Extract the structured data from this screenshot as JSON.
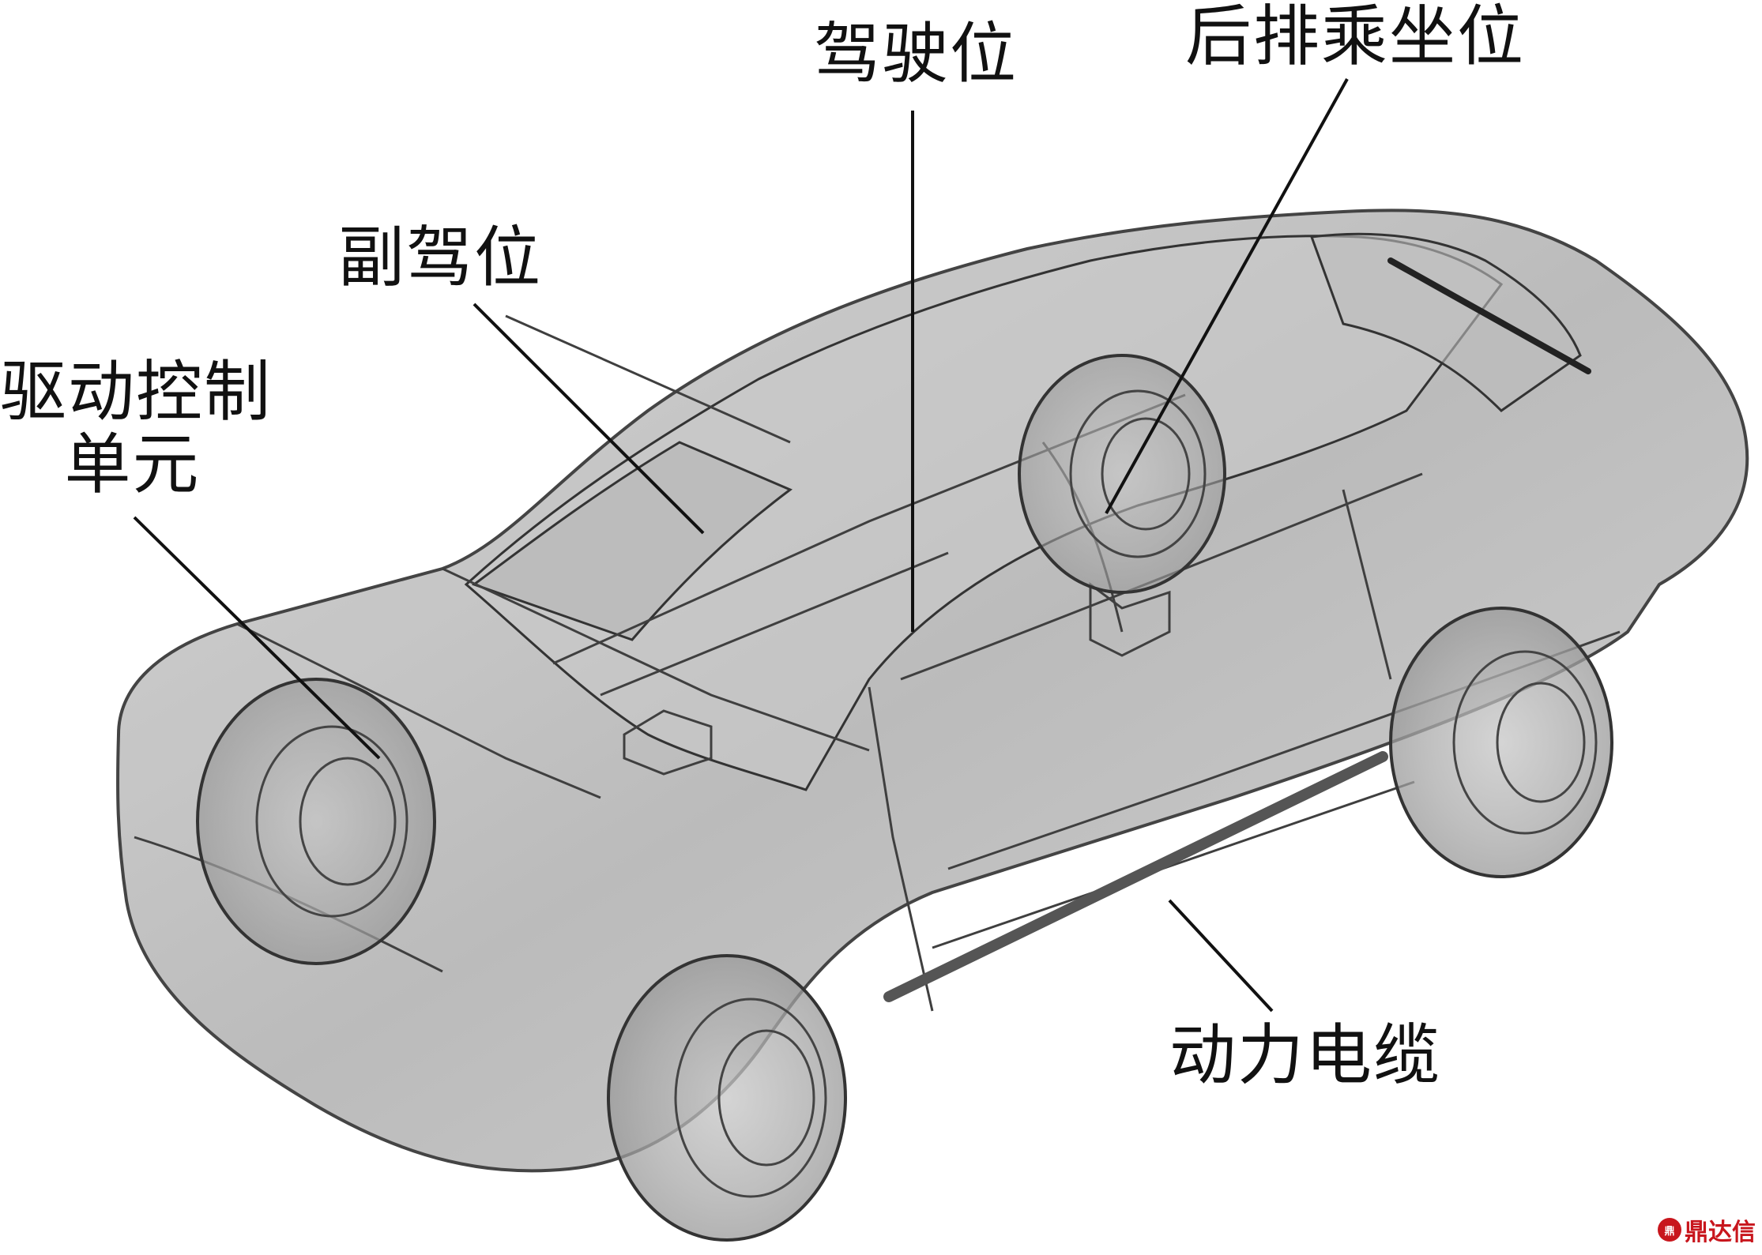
{
  "labels": {
    "drive_control": [
      "驱动控制",
      "单元"
    ],
    "passenger_seat": "副驾位",
    "driver_seat": "驾驶位",
    "rear_seat": "后排乘坐位",
    "power_cable": "动力电缆"
  },
  "watermark": "鼎达信",
  "colors": {
    "body_fill": "#bdbdbd",
    "body_stroke": "#3a3a3a",
    "cable": "#555555",
    "leader": "#111111",
    "watermark": "#c8161d"
  }
}
